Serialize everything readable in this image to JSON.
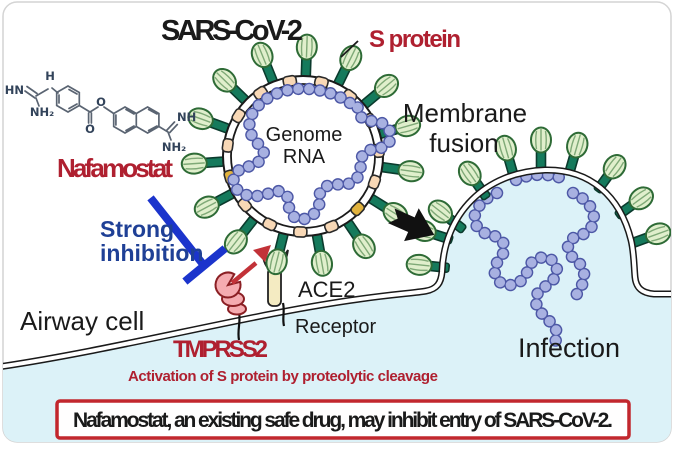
{
  "figure": {
    "title": "SARS-CoV-2",
    "virus": {
      "genome_line1": "Genome",
      "genome_line2": "RNA",
      "s_protein_label": "S protein"
    },
    "drug": {
      "name": "Nafamostat",
      "chem": {
        "hn": "HN",
        "h": "H",
        "nh2_left": "NH₂",
        "o_carbonyl": "O",
        "o_ester": "O",
        "nh": "NH",
        "nh2_right": "NH₂"
      }
    },
    "inhibition": {
      "line1": "Strong",
      "line2": "inhibition"
    },
    "fusion": {
      "line1": "Membrane",
      "line2": "fusion"
    },
    "cell": {
      "label": "Airway cell",
      "infection_label": "Infection"
    },
    "proteases": {
      "tmprss2": "TMPRSS2",
      "activation_note": "Activation of S protein by proteolytic cleavage",
      "ace2": "ACE2",
      "receptor": "Receptor"
    },
    "conclusion": "Nafamostat, an existing safe drug, may inhibit entry of SARS-CoV-2."
  },
  "colors": {
    "dark_red_text": "#AF2030",
    "blue_text": "#1F4096",
    "bright_blue": "#1B34CC",
    "box_border_red": "#C2272D",
    "red_arrow": "#C23238",
    "cell_interior": "#DCF2F8",
    "spike_bulb_green": "#E0EFCC",
    "spike_stem_green": "#157A5C",
    "membrane_protein_peach": "#F8D8B6",
    "rna_bead_fill": "#A8B1E1",
    "rna_bead_outline": "#4D58A6",
    "ace2_yellow": "#F4EBC2",
    "tmprss2_pink": "#F5ABB0",
    "text_black": "#1A1A1A"
  }
}
